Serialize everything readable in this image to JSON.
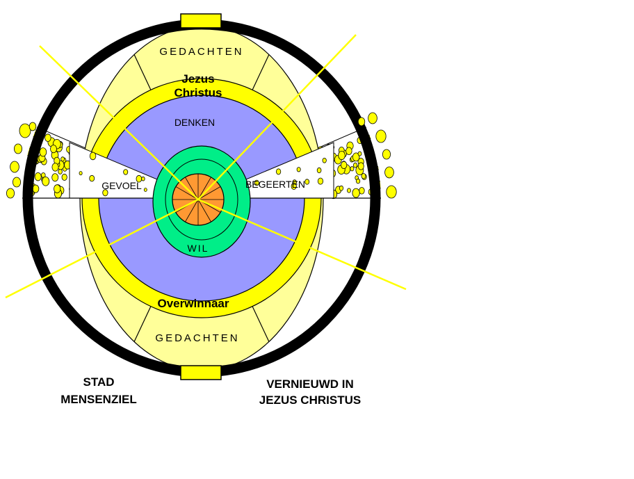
{
  "labels": {
    "gedachten_top": "GEDACHTEN",
    "gedachten_bottom": "GEDACHTEN",
    "jezus": "Jezus",
    "christus": "Christus",
    "denken": "DENKEN",
    "gevoel": "GEVOEL",
    "begeerten": "BEGEERTEN",
    "wil": "WIL",
    "overwinnaar": "Overwinnaar"
  },
  "captions": {
    "left_line1": "STAD",
    "left_line2": "MENSENZIEL",
    "right_line1": "VERNIEUWD IN",
    "right_line2": "JEZUS CHRISTUS"
  },
  "colors": {
    "ring": "#000000",
    "pale_yellow": "#ffff99",
    "yellow": "#ffff00",
    "blue": "#9999ff",
    "green": "#00ee88",
    "orange": "#ff9933",
    "ray": "#ffff00"
  }
}
